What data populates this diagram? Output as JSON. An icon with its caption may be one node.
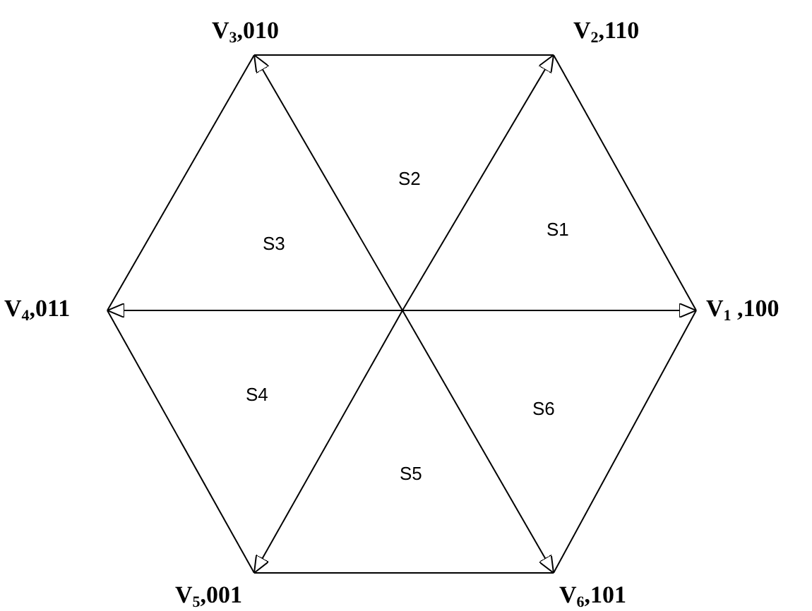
{
  "diagram": {
    "nodes": [
      {
        "text": [
          "V$_{1}$ ,100"
        ]
      },
      {
        "text": [
          "V$_{2}$,110"
        ]
      },
      {
        "text": [
          "V$_{3}$,010"
        ]
      },
      {
        "text": [
          "V$_{4}$,011"
        ]
      },
      {
        "text": [
          "V$_{5}$,001"
        ]
      },
      {
        "text": [
          "V$_{6}$,101"
        ]
      }
    ],
    "edges": [
      {
        "from": null,
        "to": 0,
        "arrow": "to"
      },
      {
        "from": null,
        "to": 1,
        "arrow": "to"
      },
      {
        "from": null,
        "to": 2,
        "arrow": "to"
      },
      {
        "from": null,
        "to": 3,
        "arrow": "to"
      },
      {
        "from": null,
        "to": 4,
        "arrow": "to"
      },
      {
        "from": null,
        "to": 5,
        "arrow": "to"
      },
      {
        "from": 0,
        "to": 1,
        "arrow": "none"
      },
      {
        "from": 1,
        "to": 2,
        "arrow": "none"
      },
      {
        "from": 2,
        "to": 3,
        "arrow": "none"
      },
      {
        "from": 3,
        "to": 4,
        "arrow": "none"
      },
      {
        "from": 4,
        "to": 5,
        "arrow": "none"
      },
      {
        "from": 5,
        "to": 0,
        "arrow": "none"
      }
    ],
    "labels": [
      "S2",
      "S1",
      "S3",
      "S4",
      "S6",
      "S5"
    ]
  }
}
